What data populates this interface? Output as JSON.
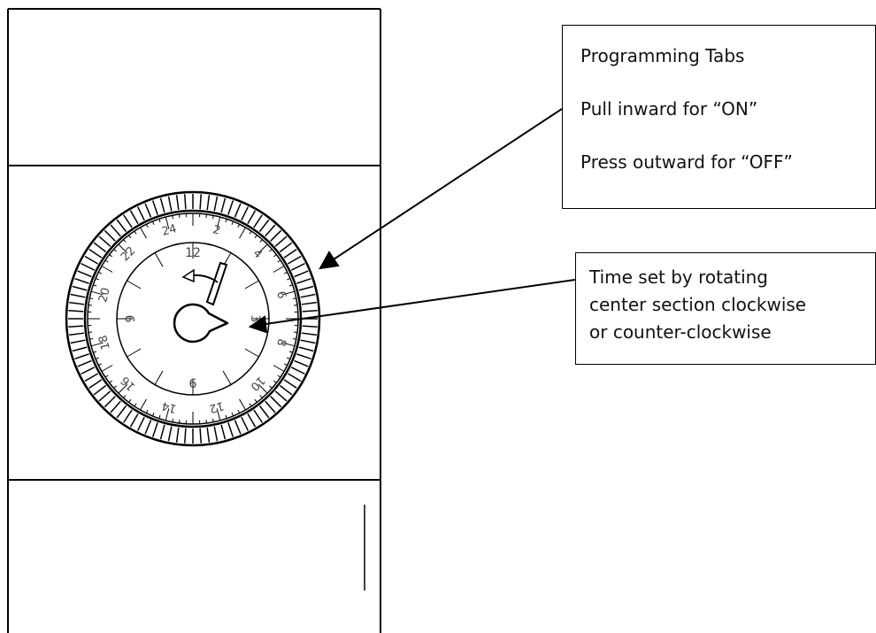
{
  "callouts": {
    "programming_tabs": {
      "title": "Programming Tabs",
      "line_on": "Pull inward for “ON”",
      "line_off": "Press outward for “OFF”"
    },
    "time_set": {
      "line1": "Time set by rotating",
      "line2": "center section clockwise",
      "line3": "or counter-clockwise"
    }
  },
  "dial": {
    "inner_numbers": [
      "12",
      "3",
      "6",
      "9"
    ],
    "outer_numbers": [
      "2",
      "4",
      "6",
      "8",
      "10",
      "12",
      "14",
      "16",
      "18",
      "20",
      "22",
      "24"
    ]
  },
  "colors": {
    "line": "#000000",
    "background": "#ffffff"
  }
}
